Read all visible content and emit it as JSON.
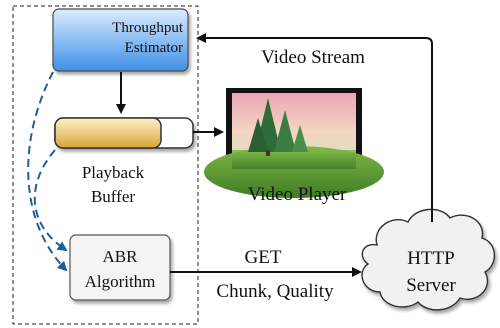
{
  "nodes": {
    "throughput_estimator": [
      "Throughput",
      "Estimator"
    ],
    "playback_buffer": [
      "Playback",
      "Buffer"
    ],
    "video_player": "Video Player",
    "abr_algorithm": [
      "ABR",
      "Algorithm"
    ],
    "http_server": [
      "HTTP",
      "Server"
    ]
  },
  "edges": {
    "video_stream": "Video Stream",
    "get_request": [
      "GET",
      "Chunk, Quality"
    ]
  },
  "playback_buffer_fill": 0.77,
  "colors": {
    "estimator_top": "#dcecff",
    "estimator_bottom": "#3f8fe6",
    "buffer_fill_light": "#fff0c8",
    "buffer_fill_dark": "#d7a436",
    "dashed_arrow": "#1f5f9c",
    "outline": "#111111"
  }
}
